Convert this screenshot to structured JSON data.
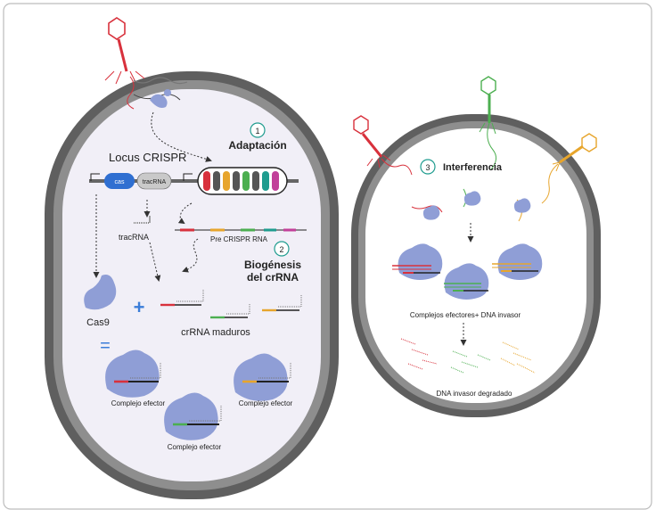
{
  "labels": {
    "step1_num": "1",
    "step1_title": "Adaptación",
    "locus_title": "Locus CRISPR",
    "cas_box": "cas",
    "tracrna_box": "tracRNA",
    "tracrna_label": "tracRNA",
    "pre_crispr": "Pre CRISPR RNA",
    "step2_num": "2",
    "step2_title_line1": "Biogénesis",
    "step2_title_line2": "del crRNA",
    "cas9": "Cas9",
    "plus": "+",
    "equals": "=",
    "crrna_maduros": "crRNA maduros",
    "complejo_1": "Complejo efector",
    "complejo_2": "Complejo efector",
    "complejo_3": "Complejo efector",
    "step3_num": "3",
    "step3_title": "Interferencia",
    "complejos_invasor": "Complejos efectores+ DNA invasor",
    "dna_degradado": "DNA invasor degradado"
  },
  "colors": {
    "cell_wall": "#5f5f5f",
    "cell_wall_inner": "#8e8e8e",
    "cytoplasm": "#f1eff7",
    "protein": "#8f9ed6",
    "protein_dark": "#6f7fc0",
    "red": "#d8313c",
    "green": "#4caf50",
    "yellow": "#e7a52c",
    "teal": "#1f9c8f",
    "magenta": "#c2409a",
    "cas_blue": "#2f6fd1",
    "accent_blue": "#3b7dd8",
    "text": "#222222"
  }
}
